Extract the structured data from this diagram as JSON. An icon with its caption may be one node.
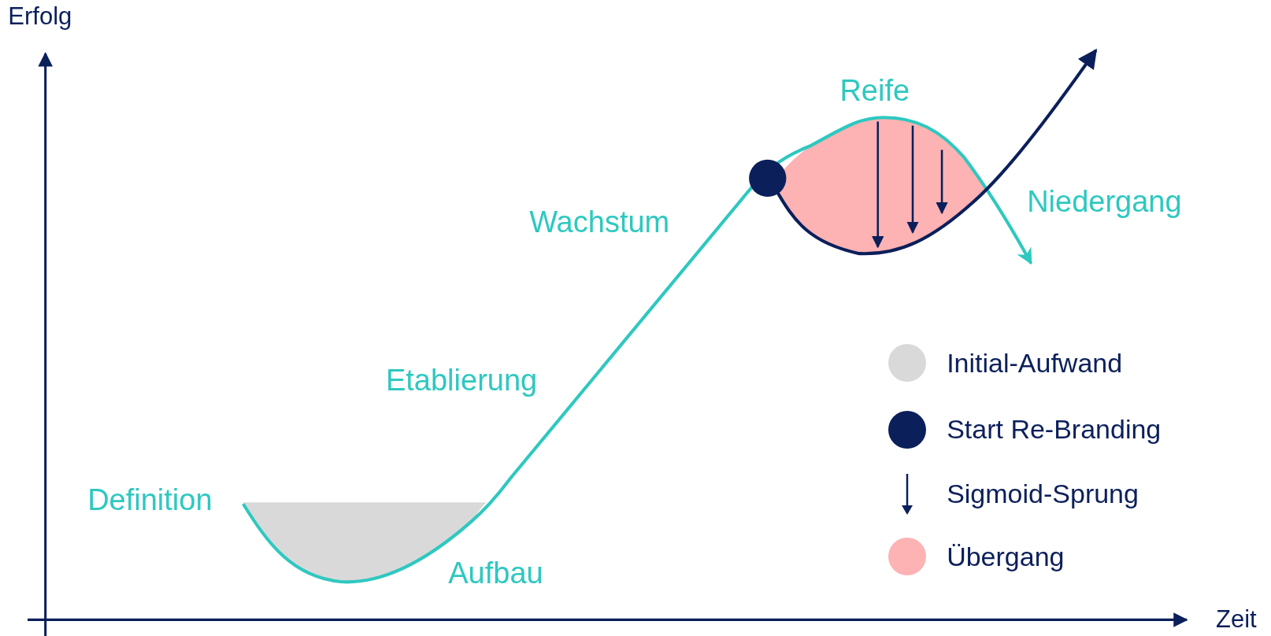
{
  "diagram": {
    "labels": [
      "Erfolg",
      "Zeit",
      "Reife",
      "Wachstum",
      "Niedergang",
      "Etablierung",
      "Definition",
      "Aufbau"
    ],
    "legend": [
      {
        "text": "Initial-Aufwand",
        "color": "#d9d9d9"
      },
      {
        "text": "Start Re-Branding",
        "color": "#0b1f5b"
      },
      {
        "text": "Sigmoid-Sprung"
      },
      {
        "text": "Übergang",
        "color": "#fdb3b3"
      }
    ]
  }
}
